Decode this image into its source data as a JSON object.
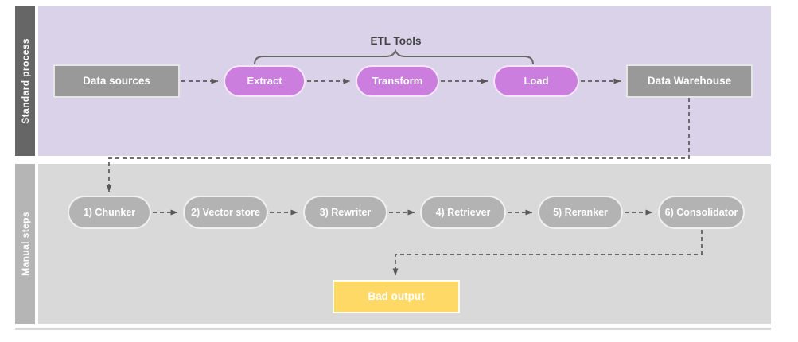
{
  "colors": {
    "lane1_strip": "#666666",
    "lane1_fill": "#d9d2e9",
    "lane2_strip": "#b5b5b5",
    "lane2_fill": "#d9d9d9",
    "box_gray": "#999999",
    "pill_purple": "#cb7ede",
    "pill_gray": "#b3b3b3",
    "box_yellow": "#ffd966",
    "connector": "#595959",
    "brace_stroke": "#666666",
    "text_dark": "#434343",
    "divider": "#d9d9d9"
  },
  "lanes": [
    {
      "label": "Standard process"
    },
    {
      "label": "Manual steps"
    }
  ],
  "bracket": {
    "label": "ETL Tools"
  },
  "nodes": {
    "data_sources": "Data sources",
    "extract": "Extract",
    "transform": "Transform",
    "load": "Load",
    "data_warehouse": "Data Warehouse",
    "chunker": "1) Chunker",
    "vector_store": "2) Vector store",
    "rewriter": "3) Rewriter",
    "retriever": "4) Retriever",
    "reranker": "5) Reranker",
    "consolidator": "6) Consolidator",
    "bad_output": "Bad output"
  },
  "edges": [
    {
      "from": "Data sources",
      "to": "Extract",
      "style": "dashed-arrow"
    },
    {
      "from": "Extract",
      "to": "Transform",
      "style": "dashed-arrow"
    },
    {
      "from": "Transform",
      "to": "Load",
      "style": "dashed-arrow"
    },
    {
      "from": "Load",
      "to": "Data Warehouse",
      "style": "dashed-arrow"
    },
    {
      "from": "Data Warehouse",
      "to": "1) Chunker",
      "style": "dashed-arrow-elbow"
    },
    {
      "from": "1) Chunker",
      "to": "2) Vector store",
      "style": "dashed-arrow"
    },
    {
      "from": "2) Vector store",
      "to": "3) Rewriter",
      "style": "dashed-arrow"
    },
    {
      "from": "3) Rewriter",
      "to": "4) Retriever",
      "style": "dashed-arrow"
    },
    {
      "from": "4) Retriever",
      "to": "5) Reranker",
      "style": "dashed-arrow"
    },
    {
      "from": "5) Reranker",
      "to": "6) Consolidator",
      "style": "dashed-arrow"
    },
    {
      "from": "6) Consolidator",
      "to": "Bad output",
      "style": "dashed-arrow-elbow"
    },
    {
      "from": "ETL Tools bracket",
      "to": "Extract, Transform, Load",
      "style": "brace"
    }
  ]
}
